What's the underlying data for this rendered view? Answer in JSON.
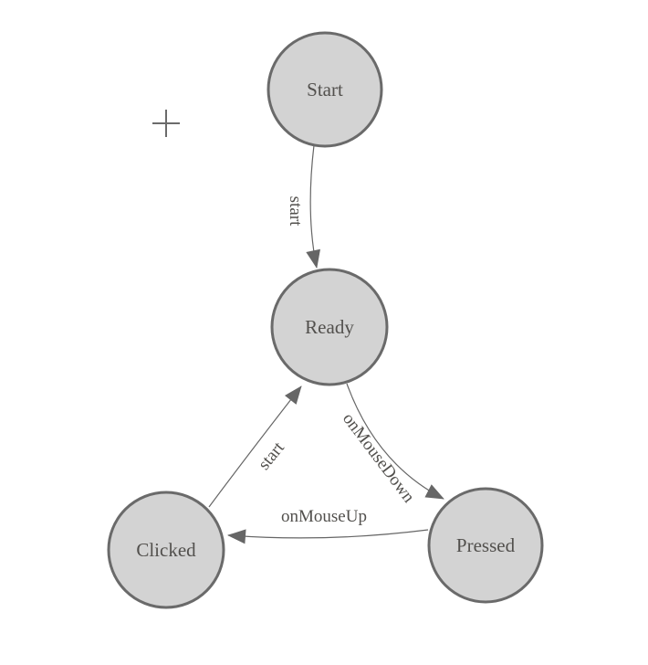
{
  "palette": {
    "background": "#ffffff",
    "node_fill": "#d3d3d3",
    "node_stroke": "#6a6a6a",
    "node_label_color": "#52504d",
    "edge_color": "#666666",
    "edge_label_color": "#52504d",
    "crosshair_color": "#6b6b6b"
  },
  "nodes": [
    {
      "id": "start",
      "label": "Start"
    },
    {
      "id": "ready",
      "label": "Ready"
    },
    {
      "id": "clicked",
      "label": "Clicked"
    },
    {
      "id": "pressed",
      "label": "Pressed"
    }
  ],
  "edges": [
    {
      "id": "start-to-ready",
      "from": "Start",
      "to": "Ready",
      "label": "start"
    },
    {
      "id": "ready-to-pressed",
      "from": "Ready",
      "to": "Pressed",
      "label": "onMouseDown"
    },
    {
      "id": "pressed-to-clicked",
      "from": "Pressed",
      "to": "Clicked",
      "label": "onMouseUp"
    },
    {
      "id": "clicked-to-ready",
      "from": "Clicked",
      "to": "Ready",
      "label": "start"
    }
  ],
  "icons": [
    {
      "name": "plus-crosshair-icon",
      "glyph": "+"
    }
  ]
}
